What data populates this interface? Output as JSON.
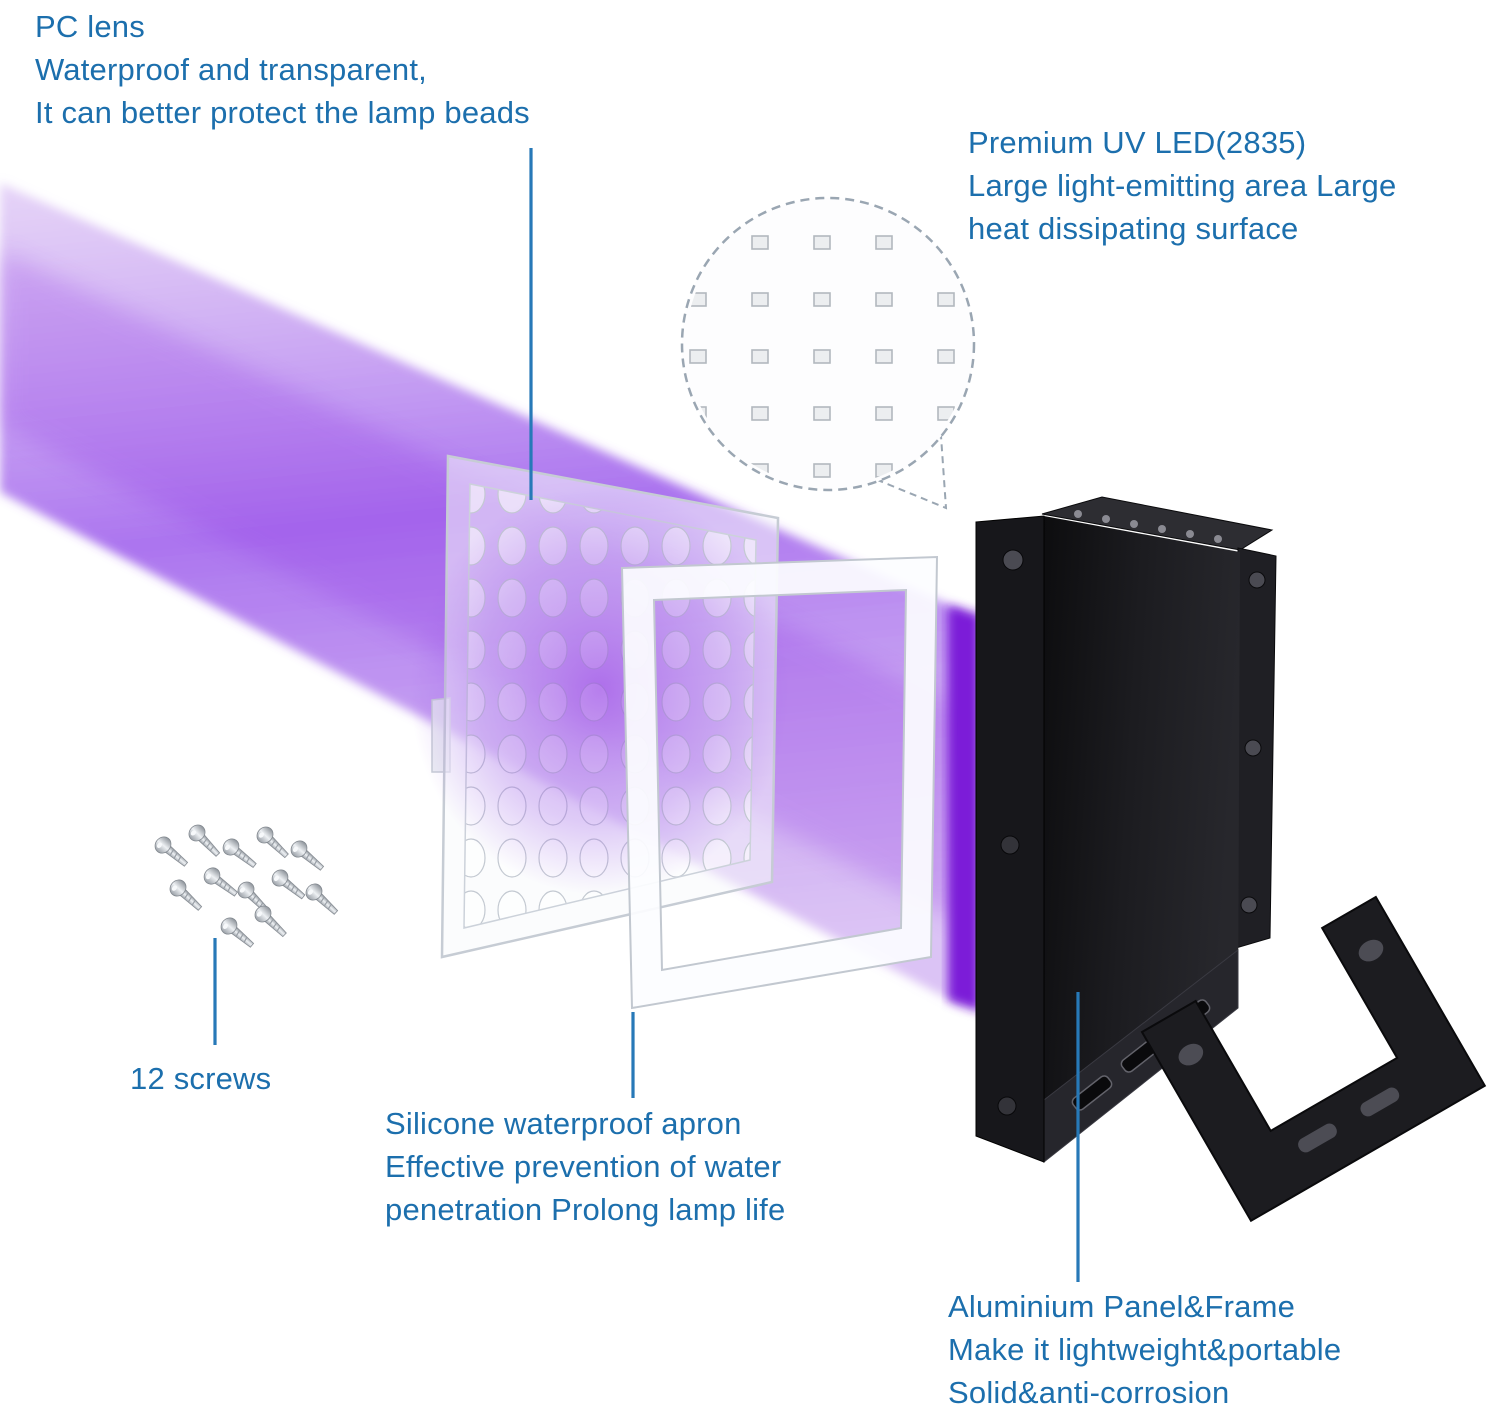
{
  "colors": {
    "background": "#ffffff",
    "label_text": "#1c6fad",
    "leader_line": "#2779b8",
    "uv_beam_purple": "#8a2be2",
    "housing_black": "#1c1c20",
    "lens_frame_gray": "#c6ccd4"
  },
  "labels": {
    "pc_lens": {
      "line1": "PC lens",
      "line2": "Waterproof and transparent,",
      "line3": "It can better protect the lamp beads"
    },
    "premium_uv_led": {
      "line1": "Premium UV LED(2835)",
      "line2": "Large light-emitting area Large",
      "line3": "heat dissipating surface"
    },
    "screws": {
      "line1": "12 screws"
    },
    "silicone_apron": {
      "line1": "Silicone waterproof apron",
      "line2": "Effective prevention of water",
      "line3": "penetration Prolong lamp life"
    },
    "aluminium_frame": {
      "line1": "Aluminium Panel&Frame",
      "line2": "Make it lightweight&portable",
      "line3": "Solid&anti-corrosion"
    }
  }
}
